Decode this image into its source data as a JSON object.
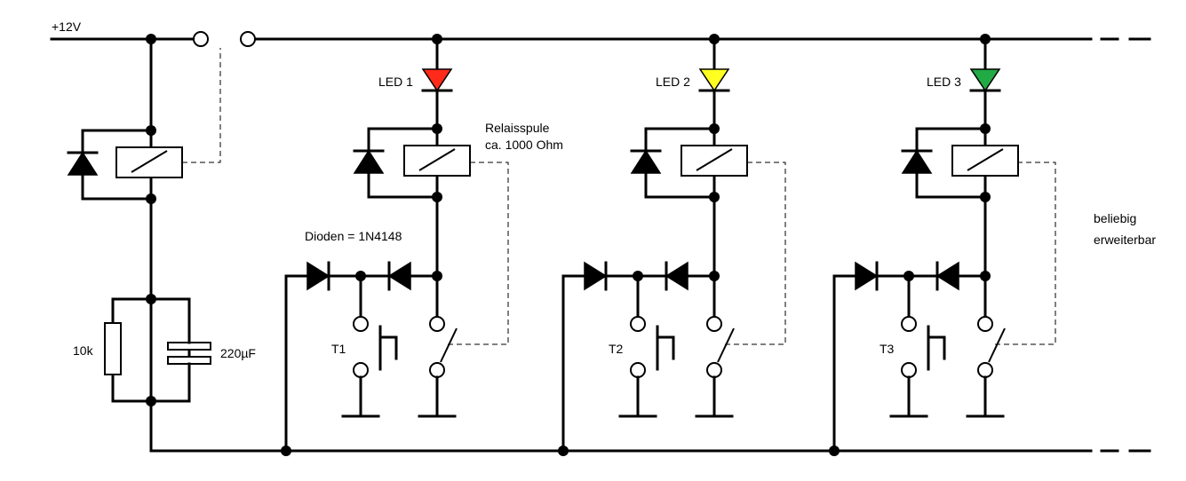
{
  "labels": {
    "supply": "+12V",
    "coil_note_line1": "Relaisspule",
    "coil_note_line2": "ca.  1000 Ohm",
    "diodes_note": "Dioden = 1N4148",
    "resistor": "10k",
    "capacitor": "220µF",
    "expand_line1": "beliebig",
    "expand_line2": "erweiterbar"
  },
  "channels": [
    {
      "led_label": "LED 1",
      "button_label": "T1",
      "led_color": "#ff2a1a"
    },
    {
      "led_label": "LED 2",
      "button_label": "T2",
      "led_color": "#ffff22"
    },
    {
      "led_label": "LED 3",
      "button_label": "T3",
      "led_color": "#22aa44"
    }
  ]
}
